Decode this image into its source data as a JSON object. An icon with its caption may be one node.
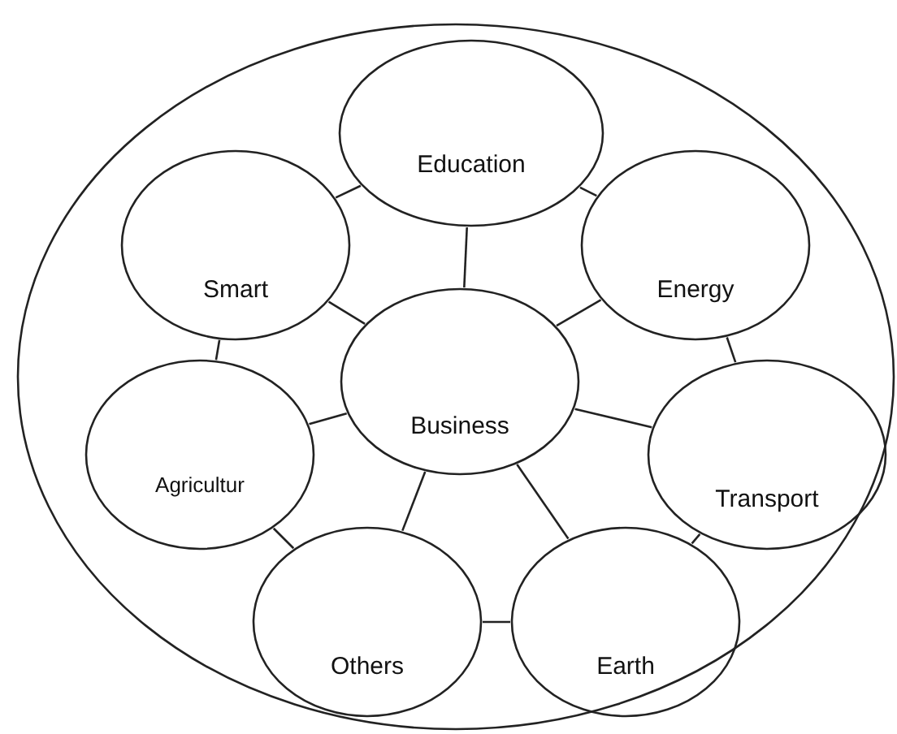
{
  "diagram": {
    "nodes": [
      {
        "text": [],
        "shape": "circle"
      },
      {
        "text": [
          "Education"
        ],
        "in": 0
      },
      {
        "text": [
          "Smart"
        ],
        "in": 0
      },
      {
        "text": [
          "Energy"
        ],
        "in": 0
      },
      {
        "text": [
          "Business"
        ],
        "in": 0
      },
      {
        "text": [
          "Agricultur"
        ],
        "in": 0
      },
      {
        "text": [
          "Transport"
        ],
        "in": 0
      },
      {
        "text": [
          "Others"
        ],
        "in": 0
      },
      {
        "text": [
          "Earth"
        ],
        "in": 0
      }
    ],
    "edges": [
      {
        "from": 1,
        "to": 2,
        "arrow": "none"
      },
      {
        "from": 1,
        "to": 3,
        "arrow": "none"
      },
      {
        "from": 1,
        "to": 4,
        "arrow": "none"
      },
      {
        "from": 2,
        "to": 4,
        "arrow": "none"
      },
      {
        "from": 2,
        "to": 5,
        "arrow": "none"
      },
      {
        "from": 3,
        "to": 4,
        "arrow": "none"
      },
      {
        "from": 3,
        "to": 6,
        "arrow": "none"
      },
      {
        "from": 4,
        "to": 5,
        "arrow": "none"
      },
      {
        "from": 4,
        "to": 6,
        "arrow": "none"
      },
      {
        "from": 4,
        "to": 7,
        "arrow": "none"
      },
      {
        "from": 4,
        "to": 8,
        "arrow": "none"
      },
      {
        "from": 5,
        "to": 7,
        "arrow": "none"
      },
      {
        "from": 7,
        "to": 8,
        "arrow": "none"
      },
      {
        "from": 6,
        "to": 8,
        "arrow": "none"
      }
    ]
  }
}
